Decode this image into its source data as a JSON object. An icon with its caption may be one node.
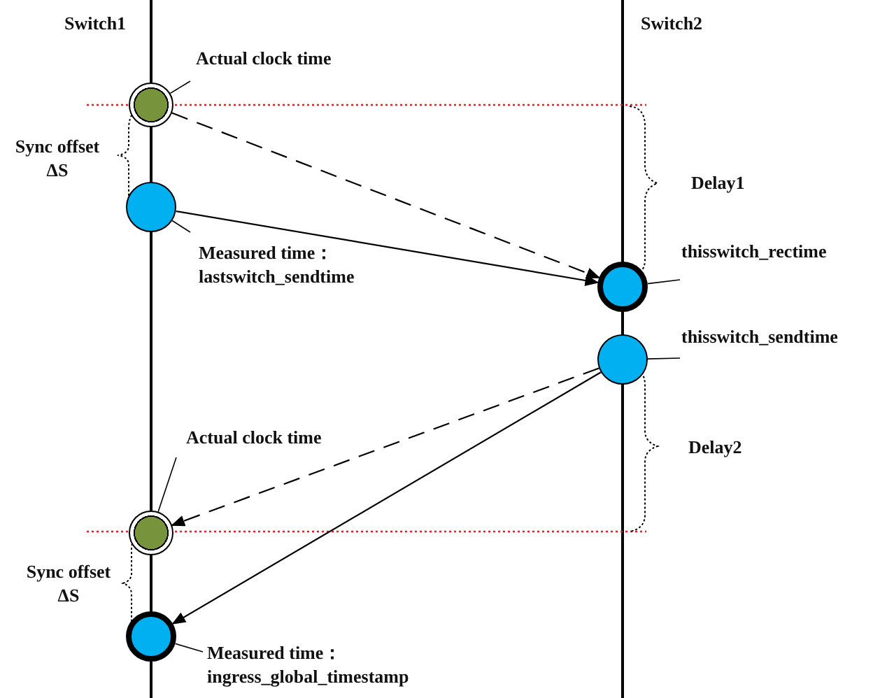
{
  "diagram": {
    "nodes": [
      {
        "text": [],
        "shape": "circle"
      },
      {
        "text": [],
        "shape": "circle"
      },
      {
        "text": [],
        "shape": "circle"
      },
      {
        "text": [],
        "shape": "circle"
      },
      {
        "text": [],
        "shape": "circle"
      },
      {
        "text": [],
        "shape": "circle"
      },
      {
        "text": [
          "Actual clock time"
        ]
      },
      {
        "text": [
          "Measured time：lastswitch_sendtime"
        ]
      },
      {
        "text": [
          "thisswitch_rectime"
        ]
      },
      {
        "text": [
          "thisswitch_sendtime"
        ]
      },
      {
        "text": [
          "Actual clock time"
        ]
      },
      {
        "text": [
          "Measured time：ingress_global_timestamp"
        ]
      }
    ],
    "edges": [
      {
        "from": 0,
        "to": 2,
        "arrow": "to",
        "style": "dashed"
      },
      {
        "from": 1,
        "to": 2,
        "arrow": "to"
      },
      {
        "from": 3,
        "to": 4,
        "arrow": "to",
        "style": "dashed"
      },
      {
        "from": 3,
        "to": 5,
        "arrow": "to"
      },
      {
        "from": 6,
        "to": 0,
        "arrow": "none"
      },
      {
        "from": 7,
        "to": 1,
        "arrow": "none"
      },
      {
        "from": 8,
        "to": 2,
        "arrow": "none"
      },
      {
        "from": 9,
        "to": 3,
        "arrow": "none"
      },
      {
        "from": 10,
        "to": 4,
        "arrow": "none"
      },
      {
        "from": 11,
        "to": 5,
        "arrow": "none"
      }
    ],
    "labels": [
      "Switch1",
      "Switch2",
      "Sync offset ΔS",
      "Delay1",
      "Delay2",
      "Sync offset ΔS"
    ]
  }
}
